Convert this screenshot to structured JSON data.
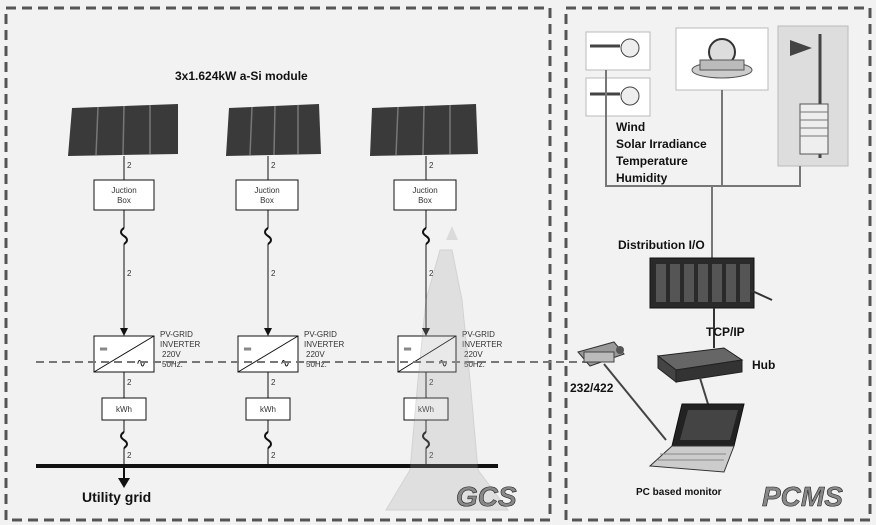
{
  "gcs": {
    "module_title": "3x1.624kW  a-Si module",
    "junction_box_label": [
      "Juction",
      "Box"
    ],
    "wire_marker": "2",
    "inverter_label": [
      "PV-GRID",
      "INVERTER",
      "220V",
      "50Hz."
    ],
    "meter_label": "kWh",
    "grid_label": "Utility grid",
    "corner_label": "GCS"
  },
  "pcms": {
    "sensor_labels": [
      "Wind",
      "Solar Irradiance",
      "Temperature",
      "Humidity"
    ],
    "distribution_label": "Distribution I/O",
    "tcpip_label": "TCP/IP",
    "hub_label": "Hub",
    "converter_label": "232/422",
    "pc_label": "PC based monitor",
    "corner_label": "PCMS"
  },
  "colors": {
    "dash_border": "#555555",
    "panel": "#3a3a3a",
    "rack": "#2a2a2a"
  }
}
